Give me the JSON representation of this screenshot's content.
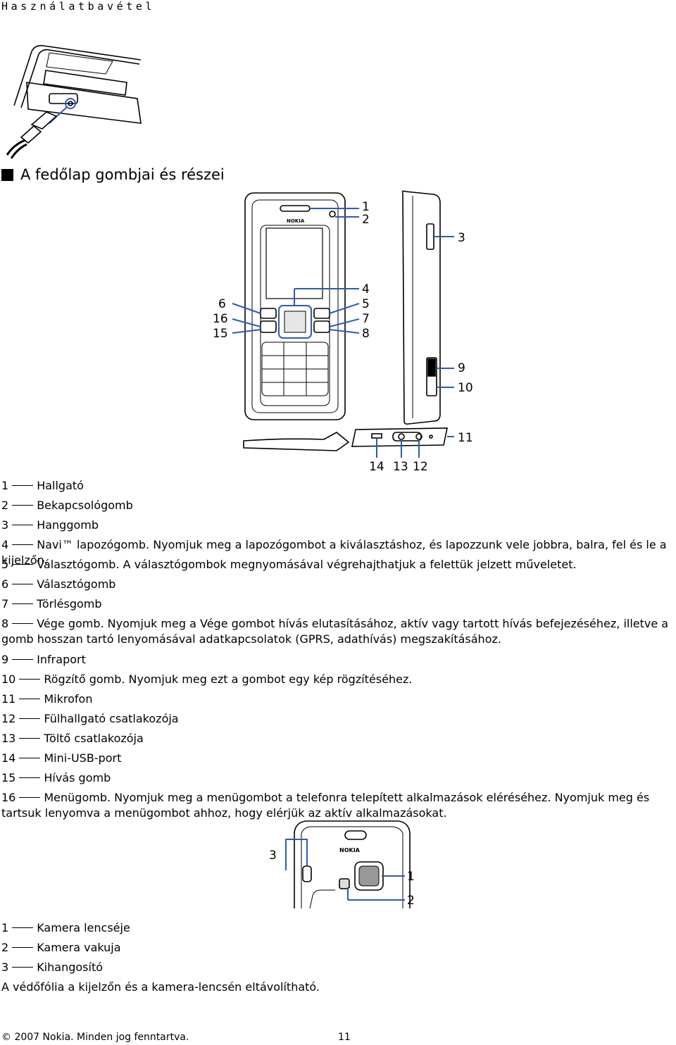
{
  "header": {
    "title": "Használatbavétel"
  },
  "section": {
    "heading": "A fedőlap gombjai és részei"
  },
  "phone_labels": {
    "front": [
      "1",
      "2",
      "3",
      "4",
      "5",
      "7",
      "8",
      "6",
      "16",
      "15",
      "9",
      "10",
      "11",
      "14",
      "13",
      "12"
    ],
    "brand": "NOKIA"
  },
  "front_items": [
    {
      "num": "1",
      "text": "Hallgató"
    },
    {
      "num": "2",
      "text": "Bekapcsológomb"
    },
    {
      "num": "3",
      "text": "Hanggomb"
    },
    {
      "num": "4",
      "text": "Navi™ lapozógomb. Nyomjuk meg a lapozógombot a kiválasztáshoz, és lapozzunk vele jobbra, balra, fel és le a kijelzőn."
    },
    {
      "num": "5",
      "text": "Választógomb. A választógombok megnyomásával végrehajthatjuk a felettük jelzett műveletet."
    },
    {
      "num": "6",
      "text": "Választógomb"
    },
    {
      "num": "7",
      "text": "Törlésgomb"
    },
    {
      "num": "8",
      "text": "Vége gomb. Nyomjuk meg a Vége gombot hívás elutasításához, aktív vagy tartott hívás befejezéséhez, illetve a gomb hosszan tartó lenyomásával adatkapcsolatok (GPRS, adathívás) megszakításához."
    },
    {
      "num": "9",
      "text": "Infraport"
    },
    {
      "num": "10",
      "text": "Rögzítő gomb. Nyomjuk meg ezt a gombot egy kép rögzítéséhez."
    },
    {
      "num": "11",
      "text": "Mikrofon"
    },
    {
      "num": "12",
      "text": "Fülhallgató csatlakozója"
    },
    {
      "num": "13",
      "text": "Töltő csatlakozója"
    },
    {
      "num": "14",
      "text": "Mini-USB-port"
    },
    {
      "num": "15",
      "text": "Hívás gomb"
    },
    {
      "num": "16",
      "text": "Menügomb. Nyomjuk meg a menügombot a telefonra telepített alkalmazások eléréséhez. Nyomjuk meg és tartsuk lenyomva a menügombot ahhoz, hogy elérjük az aktív alkalmazásokat."
    }
  ],
  "back_labels": [
    "3",
    "1",
    "2"
  ],
  "back_items": [
    {
      "num": "1",
      "text": "Kamera lencséje"
    },
    {
      "num": "2",
      "text": "Kamera vakuja"
    },
    {
      "num": "3",
      "text": "Kihangosító"
    }
  ],
  "note": "A védőfólia a kijelzőn és a kamera-lencsén eltávolítható.",
  "footer": {
    "copyright": "© 2007 Nokia. Minden jog fenntartva.",
    "page": "11"
  },
  "accent_color": "#2a5db0"
}
